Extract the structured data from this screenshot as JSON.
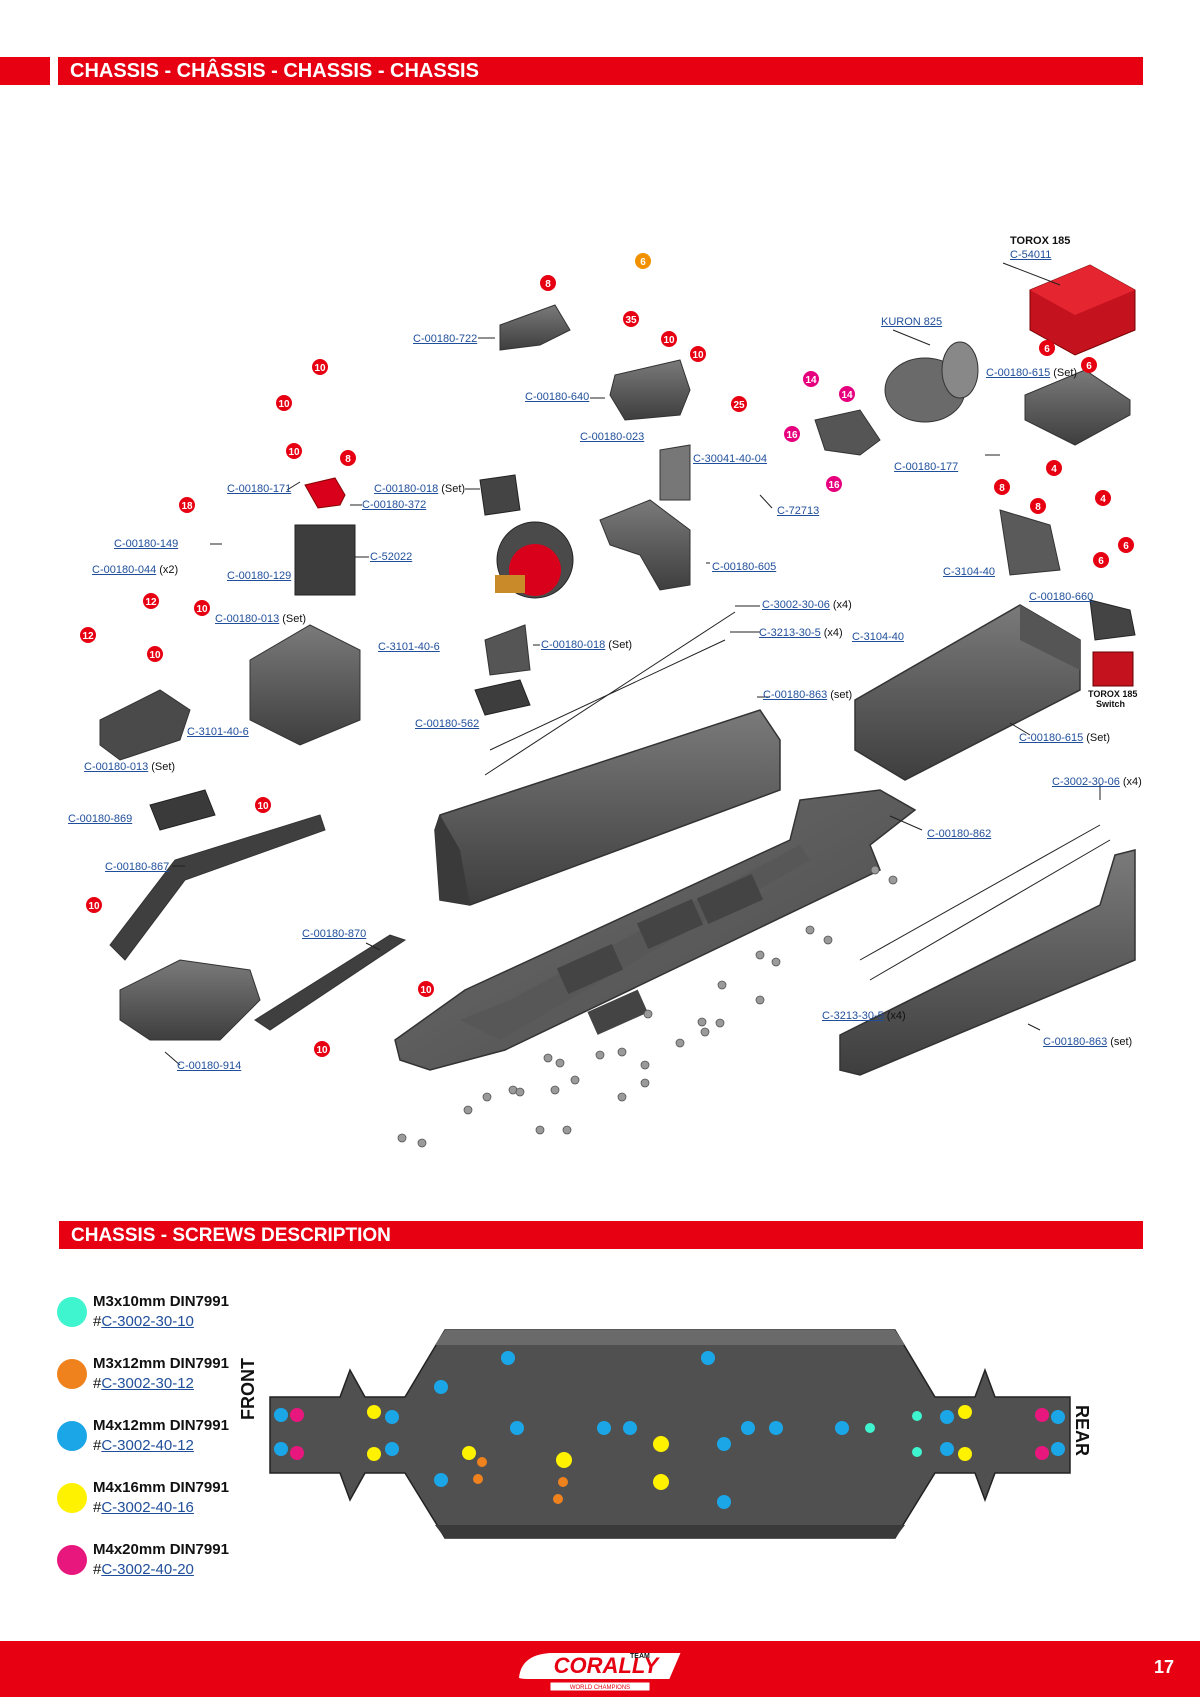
{
  "header": {
    "title": "CHASSIS - CHÂSSIS - CHASSIS - CHASSIS"
  },
  "labels": {
    "torox_title": "TOROX 185",
    "torox_part": "C-54011",
    "kuron": "KURON 825",
    "p722": "C-00180-722",
    "p640": "C-00180-640",
    "p023": "C-00180-023",
    "p30041": "C-30041-40-04",
    "p177": "C-00180-177",
    "p615a": "C-00180-615",
    "set": "(Set)",
    "set_lc": "(set)",
    "x4": "(x4)",
    "x2": "(x2)",
    "p171": "C-00180-171",
    "p372": "C-00180-372",
    "p018a": "C-00180-018",
    "p149": "C-00180-149",
    "p044": "C-00180-044",
    "p129": "C-00180-129",
    "p52022": "C-52022",
    "p72713": "C-72713",
    "p605": "C-00180-605",
    "p3104a": "C-3104-40",
    "p660": "C-00180-660",
    "p3002a": "C-3002-30-06",
    "p3213a": "C-3213-30-5",
    "p013a": "C-00180-013",
    "p31016a": "C-3101-40-6",
    "p018b": "C-00180-018",
    "p3104b": "C-3104-40",
    "p562": "C-00180-562",
    "p863a": "C-00180-863",
    "p31016b": "C-3101-40-6",
    "p615b": "C-00180-615",
    "p013b": "C-00180-013",
    "p3002b": "C-3002-30-06",
    "p869": "C-00180-869",
    "p862": "C-00180-862",
    "p867": "C-00180-867",
    "p870": "C-00180-870",
    "p3213b": "C-3213-30-5",
    "p914": "C-00180-914",
    "p863b": "C-00180-863",
    "switch_title": "TOROX 185",
    "switch_sub": "Switch"
  },
  "badges": [
    "8",
    "6",
    "35",
    "10",
    "10",
    "10",
    "10",
    "10",
    "25",
    "14",
    "14",
    "16",
    "16",
    "6",
    "6",
    "8",
    "4",
    "8",
    "4",
    "6",
    "6",
    "10",
    "8",
    "18",
    "12",
    "10",
    "12",
    "10",
    "10",
    "10",
    "10",
    "10"
  ],
  "screws_section": {
    "title": "CHASSIS - SCREWS DESCRIPTION",
    "items": [
      {
        "name": "M3x10mm DIN7991",
        "hash": "#",
        "code": "C-3002-30-10",
        "color": "#3ff5d0"
      },
      {
        "name": "M3x12mm DIN7991",
        "hash": "#",
        "code": "C-3002-30-12",
        "color": "#f0821e"
      },
      {
        "name": "M4x12mm DIN7991",
        "hash": "#",
        "code": "C-3002-40-12",
        "color": "#1ba6e8"
      },
      {
        "name": "M4x16mm DIN7991",
        "hash": "#",
        "code": "C-3002-40-16",
        "color": "#fff200"
      },
      {
        "name": "M4x20mm DIN7991",
        "hash": "#",
        "code": "C-3002-40-20",
        "color": "#e8177d"
      }
    ],
    "front_label": "FRONT",
    "rear_label": "REAR"
  },
  "colors": {
    "brand_red": "#e60012",
    "link_blue": "#1f4e9a",
    "part_gray": "#5b5b5b",
    "badge_red": "#e60012",
    "badge_orange": "#f29100",
    "badge_magenta": "#e6007e"
  },
  "footer": {
    "brand": "CORALLY",
    "brand_top": "TEAM",
    "brand_sub": "WORLD CHAMPIONS",
    "page": "17"
  }
}
